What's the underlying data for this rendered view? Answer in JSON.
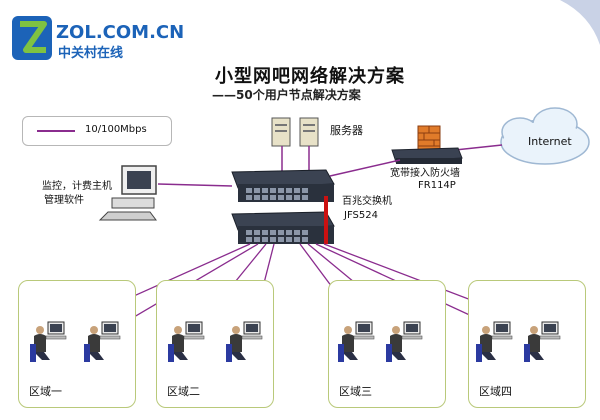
{
  "logo": {
    "domain_text": "ZOL.COM.CN",
    "cn_text": "中关村在线",
    "color": "#1c63b8"
  },
  "title": "小型网吧网络解决方案",
  "subtitle": "——50个用户节点解决方案",
  "legend": {
    "label": "10/100Mbps",
    "line_color": "#8a2c8e"
  },
  "nodes": {
    "servers": "服务器",
    "firewall_line1": "宽带接入防火墙",
    "firewall_line2": "FR114P",
    "internet": "Internet",
    "switch_line1": "百兆交换机",
    "switch_line2": "JFS524",
    "host_line1": "监控，计费主机",
    "host_line2": "管理软件"
  },
  "zones": [
    {
      "label": "区域一"
    },
    {
      "label": "区域二"
    },
    {
      "label": "区域三"
    },
    {
      "label": "区域四"
    }
  ],
  "colors": {
    "link": "#8a2c8e",
    "uplink": "#cc1111",
    "zone_border": "#b9c97a",
    "device": "#2e3440"
  }
}
